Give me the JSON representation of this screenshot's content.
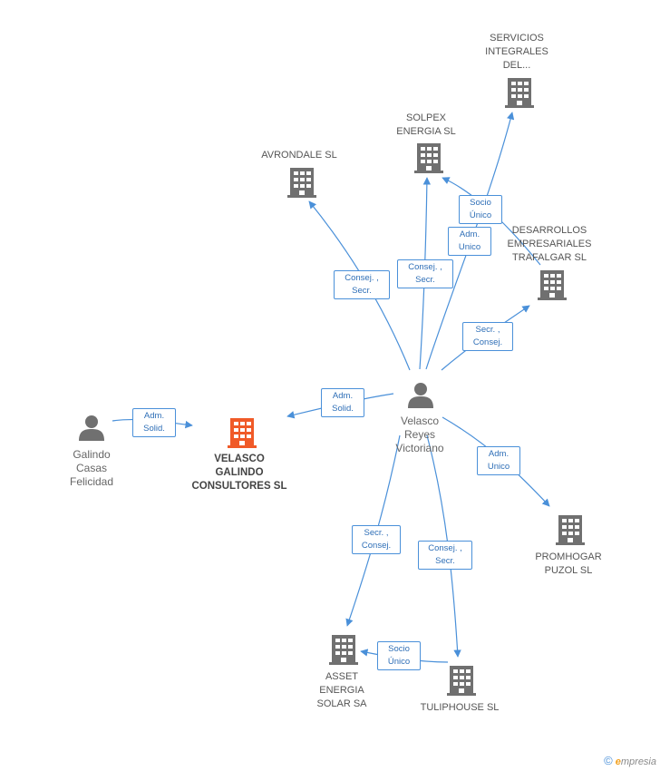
{
  "colors": {
    "edge": "#4a90d9",
    "building": "#707070",
    "building_main": "#f05a28",
    "person": "#707070"
  },
  "nodes": {
    "servicios": {
      "label": "SERVICIOS\nINTEGRALES\nDEL..."
    },
    "solpex": {
      "label": "SOLPEX\nENERGIA SL"
    },
    "avrondale": {
      "label": "AVRONDALE SL"
    },
    "desarrollos": {
      "label": "DESARROLLOS\nEMPRESARIALES\nTRAFALGAR SL"
    },
    "velasco_person": {
      "label": "Velasco\nReyes\nVictoriano"
    },
    "galindo_person": {
      "label": "Galindo\nCasas\nFelicidad"
    },
    "velasco_galindo": {
      "label": "VELASCO\nGALINDO\nCONSULTORES SL"
    },
    "promhogar": {
      "label": "PROMHOGAR\nPUZOL SL"
    },
    "asset": {
      "label": "ASSET\nENERGIA\nSOLAR SA"
    },
    "tuliphouse": {
      "label": "TULIPHOUSE SL"
    }
  },
  "edges": {
    "socio_unico_1": "Socio\nÚnico",
    "adm_unico_1": "Adm.\nUnico",
    "consej_secr_1": "Consej. ,\nSecr.",
    "consej_secr_2": "Consej. ,\nSecr.",
    "secr_consej_1": "Secr. ,\nConsej.",
    "adm_solid_1": "Adm.\nSolid.",
    "adm_solid_2": "Adm.\nSolid.",
    "adm_unico_2": "Adm.\nUnico",
    "secr_consej_2": "Secr. ,\nConsej.",
    "consej_secr_3": "Consej. ,\nSecr.",
    "socio_unico_2": "Socio\nÚnico"
  },
  "watermark": {
    "copyright": "©",
    "brand_initial": "e",
    "brand_rest": "mpresia"
  }
}
